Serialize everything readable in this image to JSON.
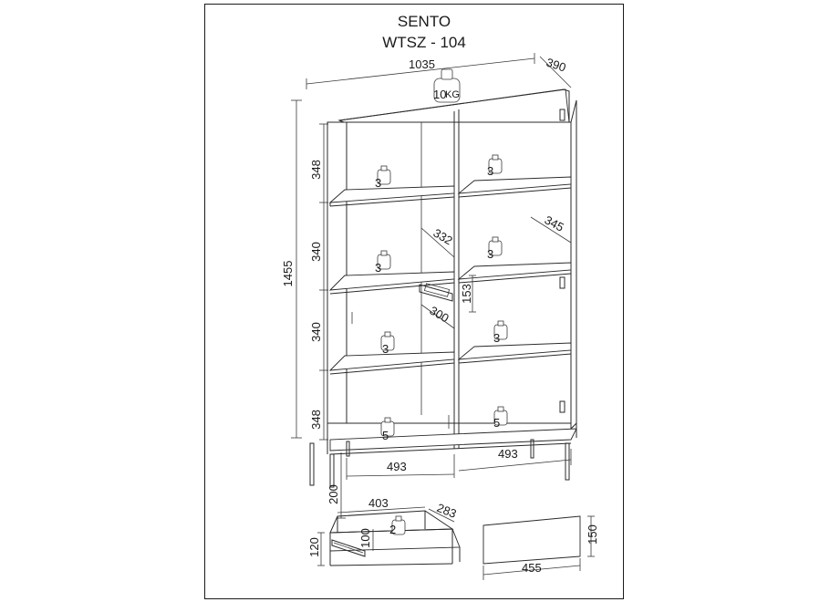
{
  "header": {
    "title": "SENTO",
    "model": "WTSZ - 104"
  },
  "cabinet": {
    "width": "1035",
    "depth": "390",
    "height": "1455",
    "top_load_value": "10",
    "top_load_unit": "KG",
    "compartment_heights": [
      "348",
      "340",
      "340",
      "348"
    ],
    "compartment_width_left": "493",
    "compartment_width_right": "493",
    "leg_height": "200",
    "shelf_depth_inner": "332",
    "shelf_depth_outer": "345",
    "drawer_front_height": "153",
    "drawer_depth_small": "300",
    "shelf_loads": {
      "left": [
        "3",
        "3",
        "3",
        "5"
      ],
      "right": [
        "3",
        "3",
        "3",
        "5"
      ]
    }
  },
  "drawer": {
    "width": "403",
    "depth": "283",
    "inner_height": "100",
    "outer_height": "120",
    "load_value": "2"
  },
  "front_panel": {
    "width": "455",
    "height": "150"
  }
}
